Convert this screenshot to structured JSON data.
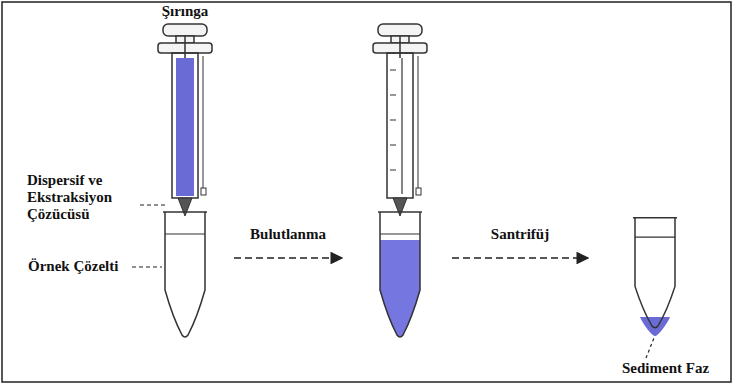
{
  "diagram": {
    "labels": [
      "Şırınga",
      "Dispersif ve Ekstraksiyon Çözücüsü",
      "Örnek Çözelti",
      "Bulutlanma",
      "Santrifüj",
      "Sediment Faz"
    ]
  }
}
